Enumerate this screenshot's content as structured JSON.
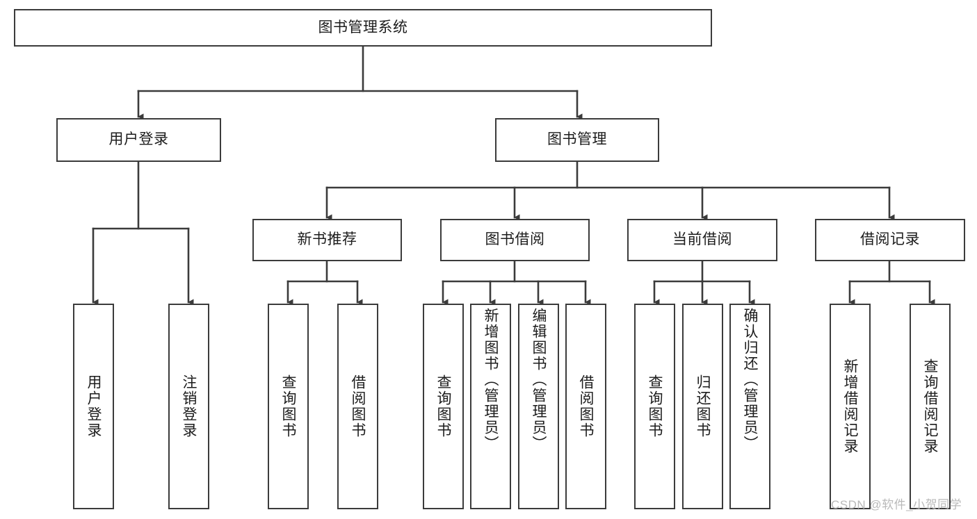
{
  "diagram": {
    "type": "hierarchy-tree",
    "title": "图书管理系统",
    "root": {
      "id": "root",
      "label": "图书管理系统"
    },
    "level2": [
      {
        "id": "user-login",
        "label": "用户登录"
      },
      {
        "id": "book-manage",
        "label": "图书管理"
      }
    ],
    "level3": [
      {
        "id": "new-book-recommend",
        "label": "新书推荐",
        "parent": "book-manage"
      },
      {
        "id": "book-borrow",
        "label": "图书借阅",
        "parent": "book-manage"
      },
      {
        "id": "current-borrow",
        "label": "当前借阅",
        "parent": "book-manage"
      },
      {
        "id": "borrow-record",
        "label": "借阅记录",
        "parent": "book-manage"
      }
    ],
    "leaves": [
      {
        "id": "leaf-user-login",
        "label": "用户登录",
        "parent": "user-login"
      },
      {
        "id": "leaf-user-logout",
        "label": "注销登录",
        "parent": "user-login"
      },
      {
        "id": "leaf-query-book-1",
        "label": "查询图书",
        "parent": "new-book-recommend"
      },
      {
        "id": "leaf-borrow-book-1",
        "label": "借阅图书",
        "parent": "new-book-recommend"
      },
      {
        "id": "leaf-query-book-2",
        "label": "查询图书",
        "parent": "book-borrow"
      },
      {
        "id": "leaf-add-book",
        "label": "新增图书（管理员）",
        "parent": "book-borrow"
      },
      {
        "id": "leaf-edit-book",
        "label": "编辑图书（管理员）",
        "parent": "book-borrow"
      },
      {
        "id": "leaf-borrow-book-2",
        "label": "借阅图书",
        "parent": "book-borrow"
      },
      {
        "id": "leaf-query-book-3",
        "label": "查询图书",
        "parent": "current-borrow"
      },
      {
        "id": "leaf-return-book",
        "label": "归还图书",
        "parent": "current-borrow"
      },
      {
        "id": "leaf-confirm-return",
        "label": "确认归还（管理员）",
        "parent": "current-borrow"
      },
      {
        "id": "leaf-add-record",
        "label": "新增借阅记录",
        "parent": "borrow-record"
      },
      {
        "id": "leaf-query-record",
        "label": "查询借阅记录",
        "parent": "borrow-record"
      }
    ],
    "colors": {
      "box_border": "#3b3b3b",
      "box_fill": "#ffffff",
      "connector": "#3b3b3b",
      "text": "#1c1c1c",
      "watermark": "#b9b9b9",
      "background": "#ffffff"
    }
  },
  "watermark": {
    "text": "CSDN @软件_小贺同学"
  }
}
